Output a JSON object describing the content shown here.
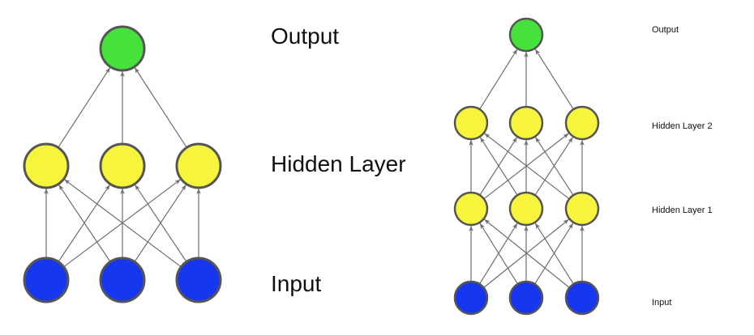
{
  "colors": {
    "background": "#ffffff",
    "edge": "#6e6e6e",
    "node_stroke": "#555555",
    "output_node": "#44e23a",
    "hidden_node": "#f7f43c",
    "input_node": "#1736f0"
  },
  "diagrams": [
    {
      "labels": {
        "output": "Output",
        "hidden": "Hidden Layer",
        "input": "Input"
      },
      "layers": [
        {
          "kind": "input",
          "count": 3
        },
        {
          "kind": "hidden",
          "count": 3
        },
        {
          "kind": "output",
          "count": 1
        }
      ]
    },
    {
      "labels": {
        "output": "Output",
        "hidden2": "Hidden Layer 2",
        "hidden1": "Hidden Layer 1",
        "input": "Input"
      },
      "layers": [
        {
          "kind": "input",
          "count": 3
        },
        {
          "kind": "hidden",
          "count": 3
        },
        {
          "kind": "hidden",
          "count": 3
        },
        {
          "kind": "output",
          "count": 1
        }
      ]
    }
  ]
}
